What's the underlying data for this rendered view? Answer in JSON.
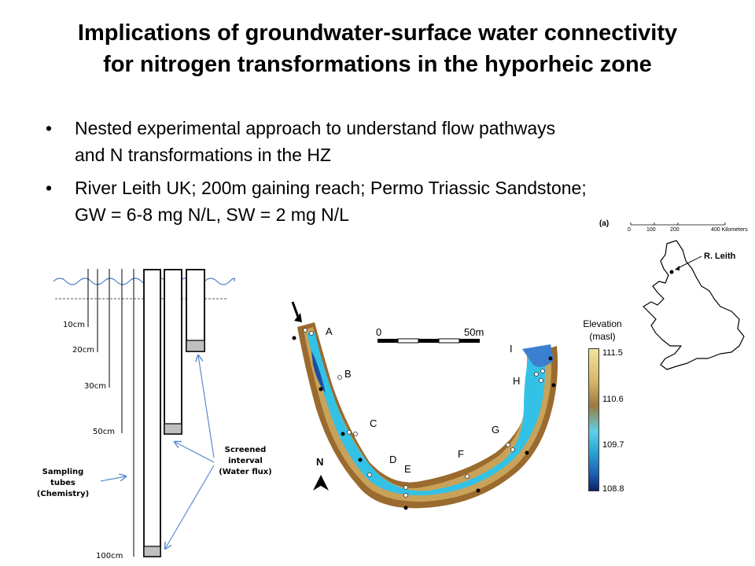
{
  "title": {
    "line1": "Implications of groundwater-surface water connectivity",
    "line2": "for nitrogen transformations in the hyporheic zone"
  },
  "bullets": [
    {
      "line1": "Nested experimental approach to understand flow pathways",
      "line2": "and N transformations in the HZ"
    },
    {
      "line1": "River Leith UK; 200m gaining reach; Permo Triassic Sandstone;",
      "line2": "GW = 6-8 mg N/L, SW = 2 mg N/L"
    }
  ],
  "bullet_symbol": "•",
  "depth_diagram": {
    "depths": [
      "10cm",
      "20cm",
      "30cm",
      "50cm",
      "100cm"
    ],
    "sampling_label": [
      "Sampling",
      "tubes",
      "(Chemistry)"
    ],
    "screened_label": [
      "Screened",
      "interval",
      "(Water flux)"
    ]
  },
  "river_map": {
    "scale_start": "0",
    "scale_end": "50m",
    "north": "N",
    "site_letters": [
      "A",
      "B",
      "C",
      "D",
      "E",
      "F",
      "G",
      "H",
      "I"
    ],
    "elevation_title": [
      "Elevation",
      "(masl)"
    ],
    "elevation_ticks": [
      "111.5",
      "110.6",
      "109.7",
      "108.8"
    ]
  },
  "uk_map": {
    "panel_label": "(a)",
    "scale_ticks": [
      "0",
      "100",
      "200",
      "400 Kilometers"
    ],
    "site_label": "R. Leith"
  }
}
